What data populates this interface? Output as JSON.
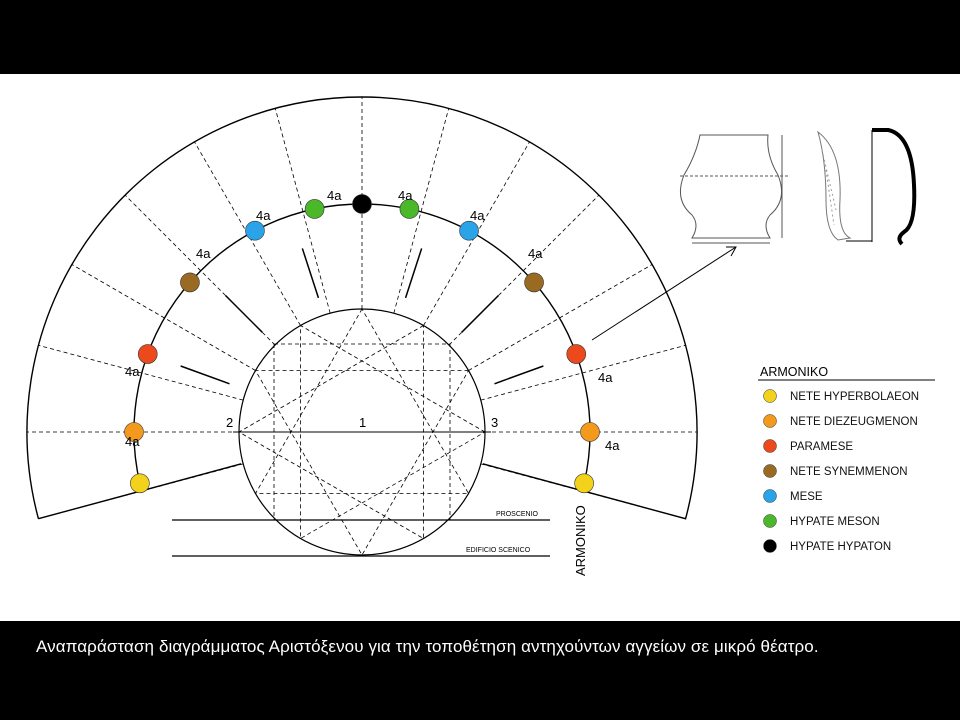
{
  "caption": "Αναπαράσταση διαγράμματος Αριστόξενου για την τοποθέτηση αντηχούντων αγγείων σε μικρό θέατρο.",
  "diagram": {
    "interval_label_a": "4a",
    "interval_label_b": "4a",
    "point_labels": [
      "1",
      "2",
      "3"
    ],
    "proscenio": "PROSCENIO",
    "edificio": "EDIFICIO SCENICO",
    "armoniko_vertical": "ARMONIKO"
  },
  "legend": {
    "title": "ARMONIKO",
    "items": [
      {
        "label": "NETE HYPERBOLAEON",
        "color": "#f2d21a"
      },
      {
        "label": "NETE DIEZEUGMENON",
        "color": "#f39a1c"
      },
      {
        "label": "PARAMESE",
        "color": "#ec4a1c"
      },
      {
        "label": "NETE SYNEMMENON",
        "color": "#9a6a22"
      },
      {
        "label": "MESE",
        "color": "#2aa3e8"
      },
      {
        "label": "HYPATE MESON",
        "color": "#4bb82a"
      },
      {
        "label": "HYPATE HYPATON",
        "color": "#000000"
      }
    ]
  }
}
